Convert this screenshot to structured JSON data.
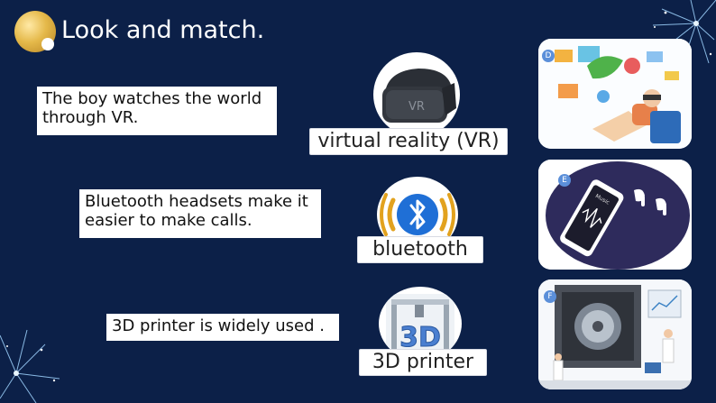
{
  "title": "Look and match.",
  "sentences": [
    "The boy watches the world through VR.",
    "Bluetooth headsets make it easier to make calls.",
    "3D printer is widely used ."
  ],
  "labels": [
    "virtual reality (VR)",
    "bluetooth",
    "3D printer"
  ],
  "vr_headset_mark": "VR",
  "printer_mark": "3D",
  "card_letters": [
    "D",
    "E",
    "F"
  ],
  "phone_screen_text": "Music",
  "colors": {
    "background": "#0c2048",
    "bluetooth": "#1f6fd6",
    "badge": "#5b8fd9"
  }
}
